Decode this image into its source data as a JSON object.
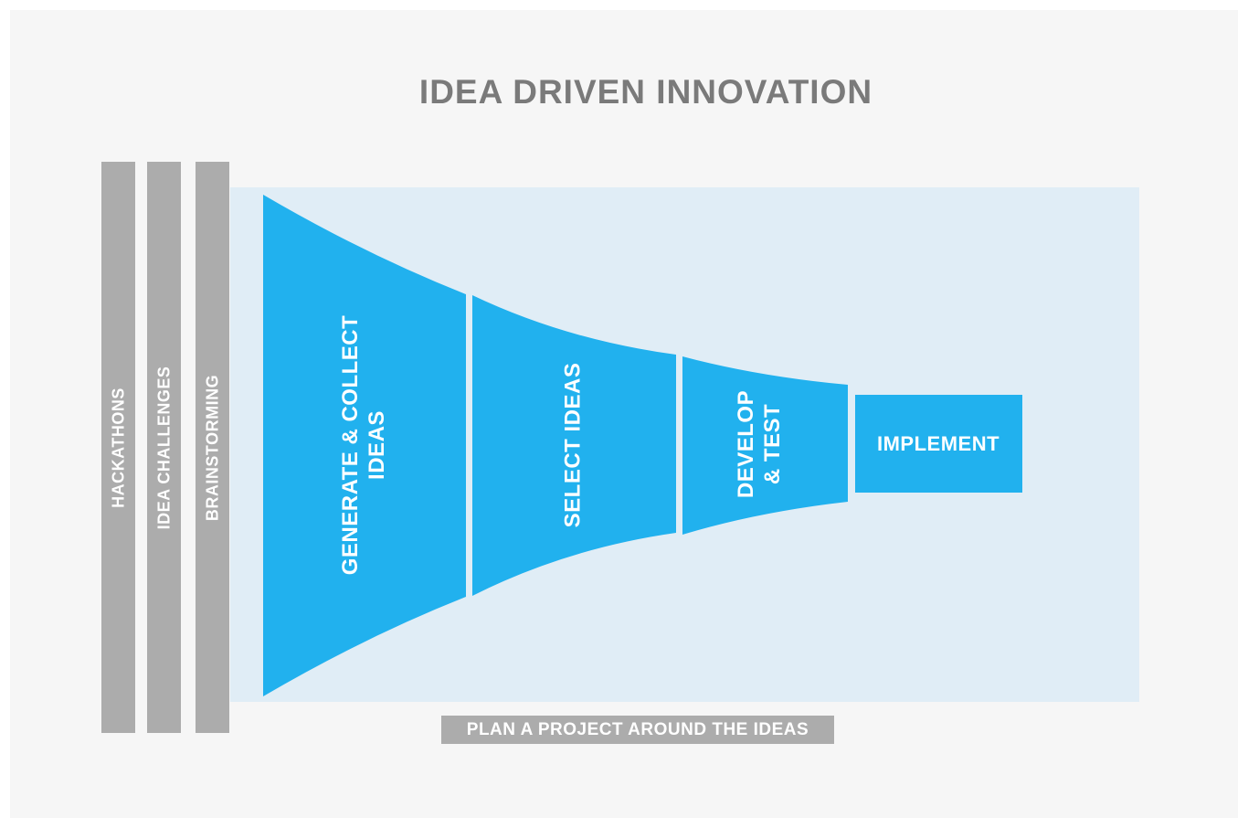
{
  "title": "IDEA DRIVEN INNOVATION",
  "idea_sources": [
    {
      "label": "HACKATHONS"
    },
    {
      "label": "IDEA CHALLENGES"
    },
    {
      "label": "BRAINSTORMING"
    }
  ],
  "funnel_stages": [
    {
      "label": "GENERATE & COLLECT IDEAS",
      "line1": "GENERATE & COLLECT",
      "line2": "IDEAS"
    },
    {
      "label": "SELECT IDEAS",
      "line1": "SELECT IDEAS",
      "line2": ""
    },
    {
      "label": "DEVELOP & TEST",
      "line1": "DEVELOP",
      "line2": "& TEST"
    },
    {
      "label": "IMPLEMENT",
      "line1": "IMPLEMENT",
      "line2": ""
    }
  ],
  "footer": {
    "label": "PLAN A PROJECT AROUND THE IDEAS"
  },
  "colors": {
    "funnel_blue": "#21B1EE",
    "light_blue_bg": "#E0EDF6",
    "bar_gray": "#ACACAC",
    "title_gray": "#7A7A7A",
    "panel_bg": "#F6F6F6"
  }
}
